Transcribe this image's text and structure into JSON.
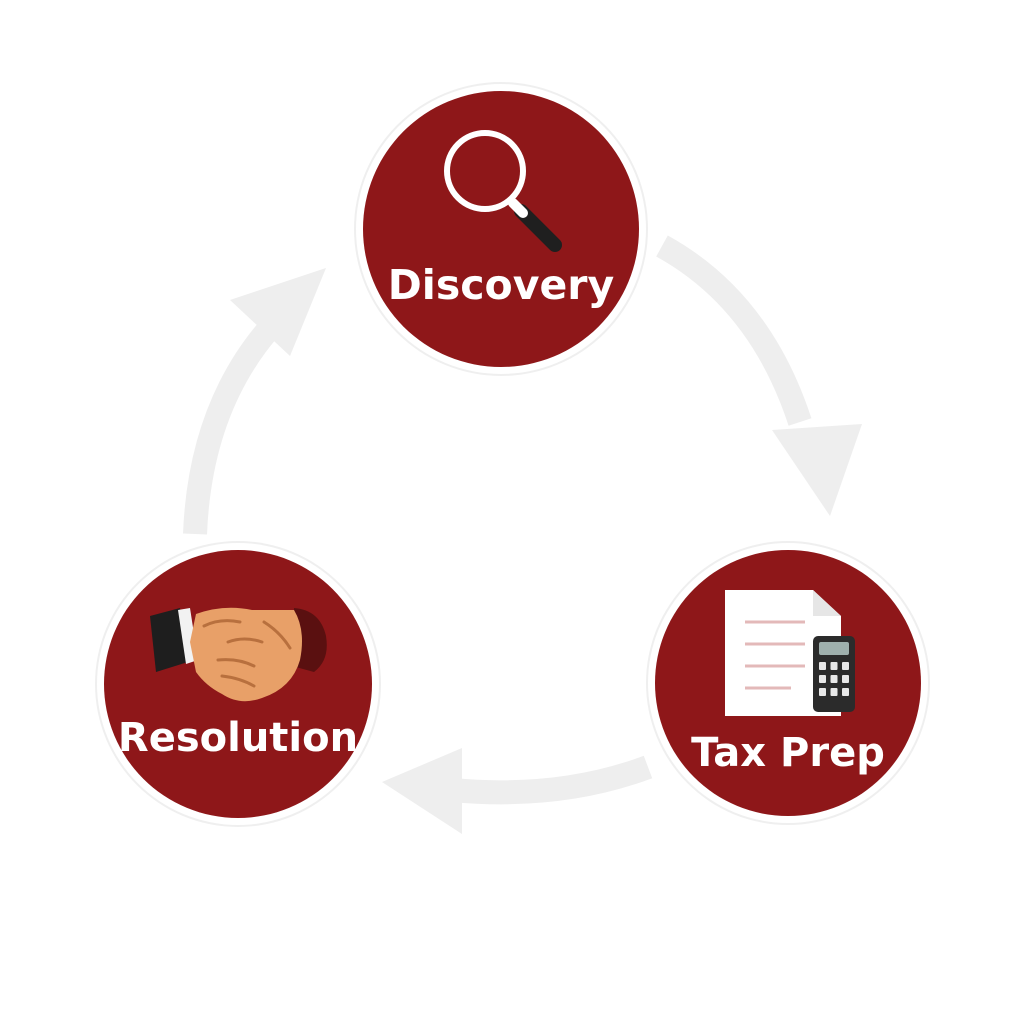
{
  "diagram": {
    "type": "cycle",
    "direction": "clockwise",
    "colors": {
      "node_fill": "#8e1719",
      "node_text": "#ffffff",
      "arrow": "#eeeeee",
      "background": "#ffffff"
    },
    "nodes": [
      {
        "id": "discovery",
        "label": "Discovery",
        "icon": "magnifying-glass-icon"
      },
      {
        "id": "taxprep",
        "label": "Tax Prep",
        "icon": "document-calculator-icon"
      },
      {
        "id": "resolution",
        "label": "Resolution",
        "icon": "handshake-icon"
      }
    ],
    "edges": [
      {
        "from": "discovery",
        "to": "taxprep"
      },
      {
        "from": "taxprep",
        "to": "resolution"
      },
      {
        "from": "resolution",
        "to": "discovery"
      }
    ]
  }
}
